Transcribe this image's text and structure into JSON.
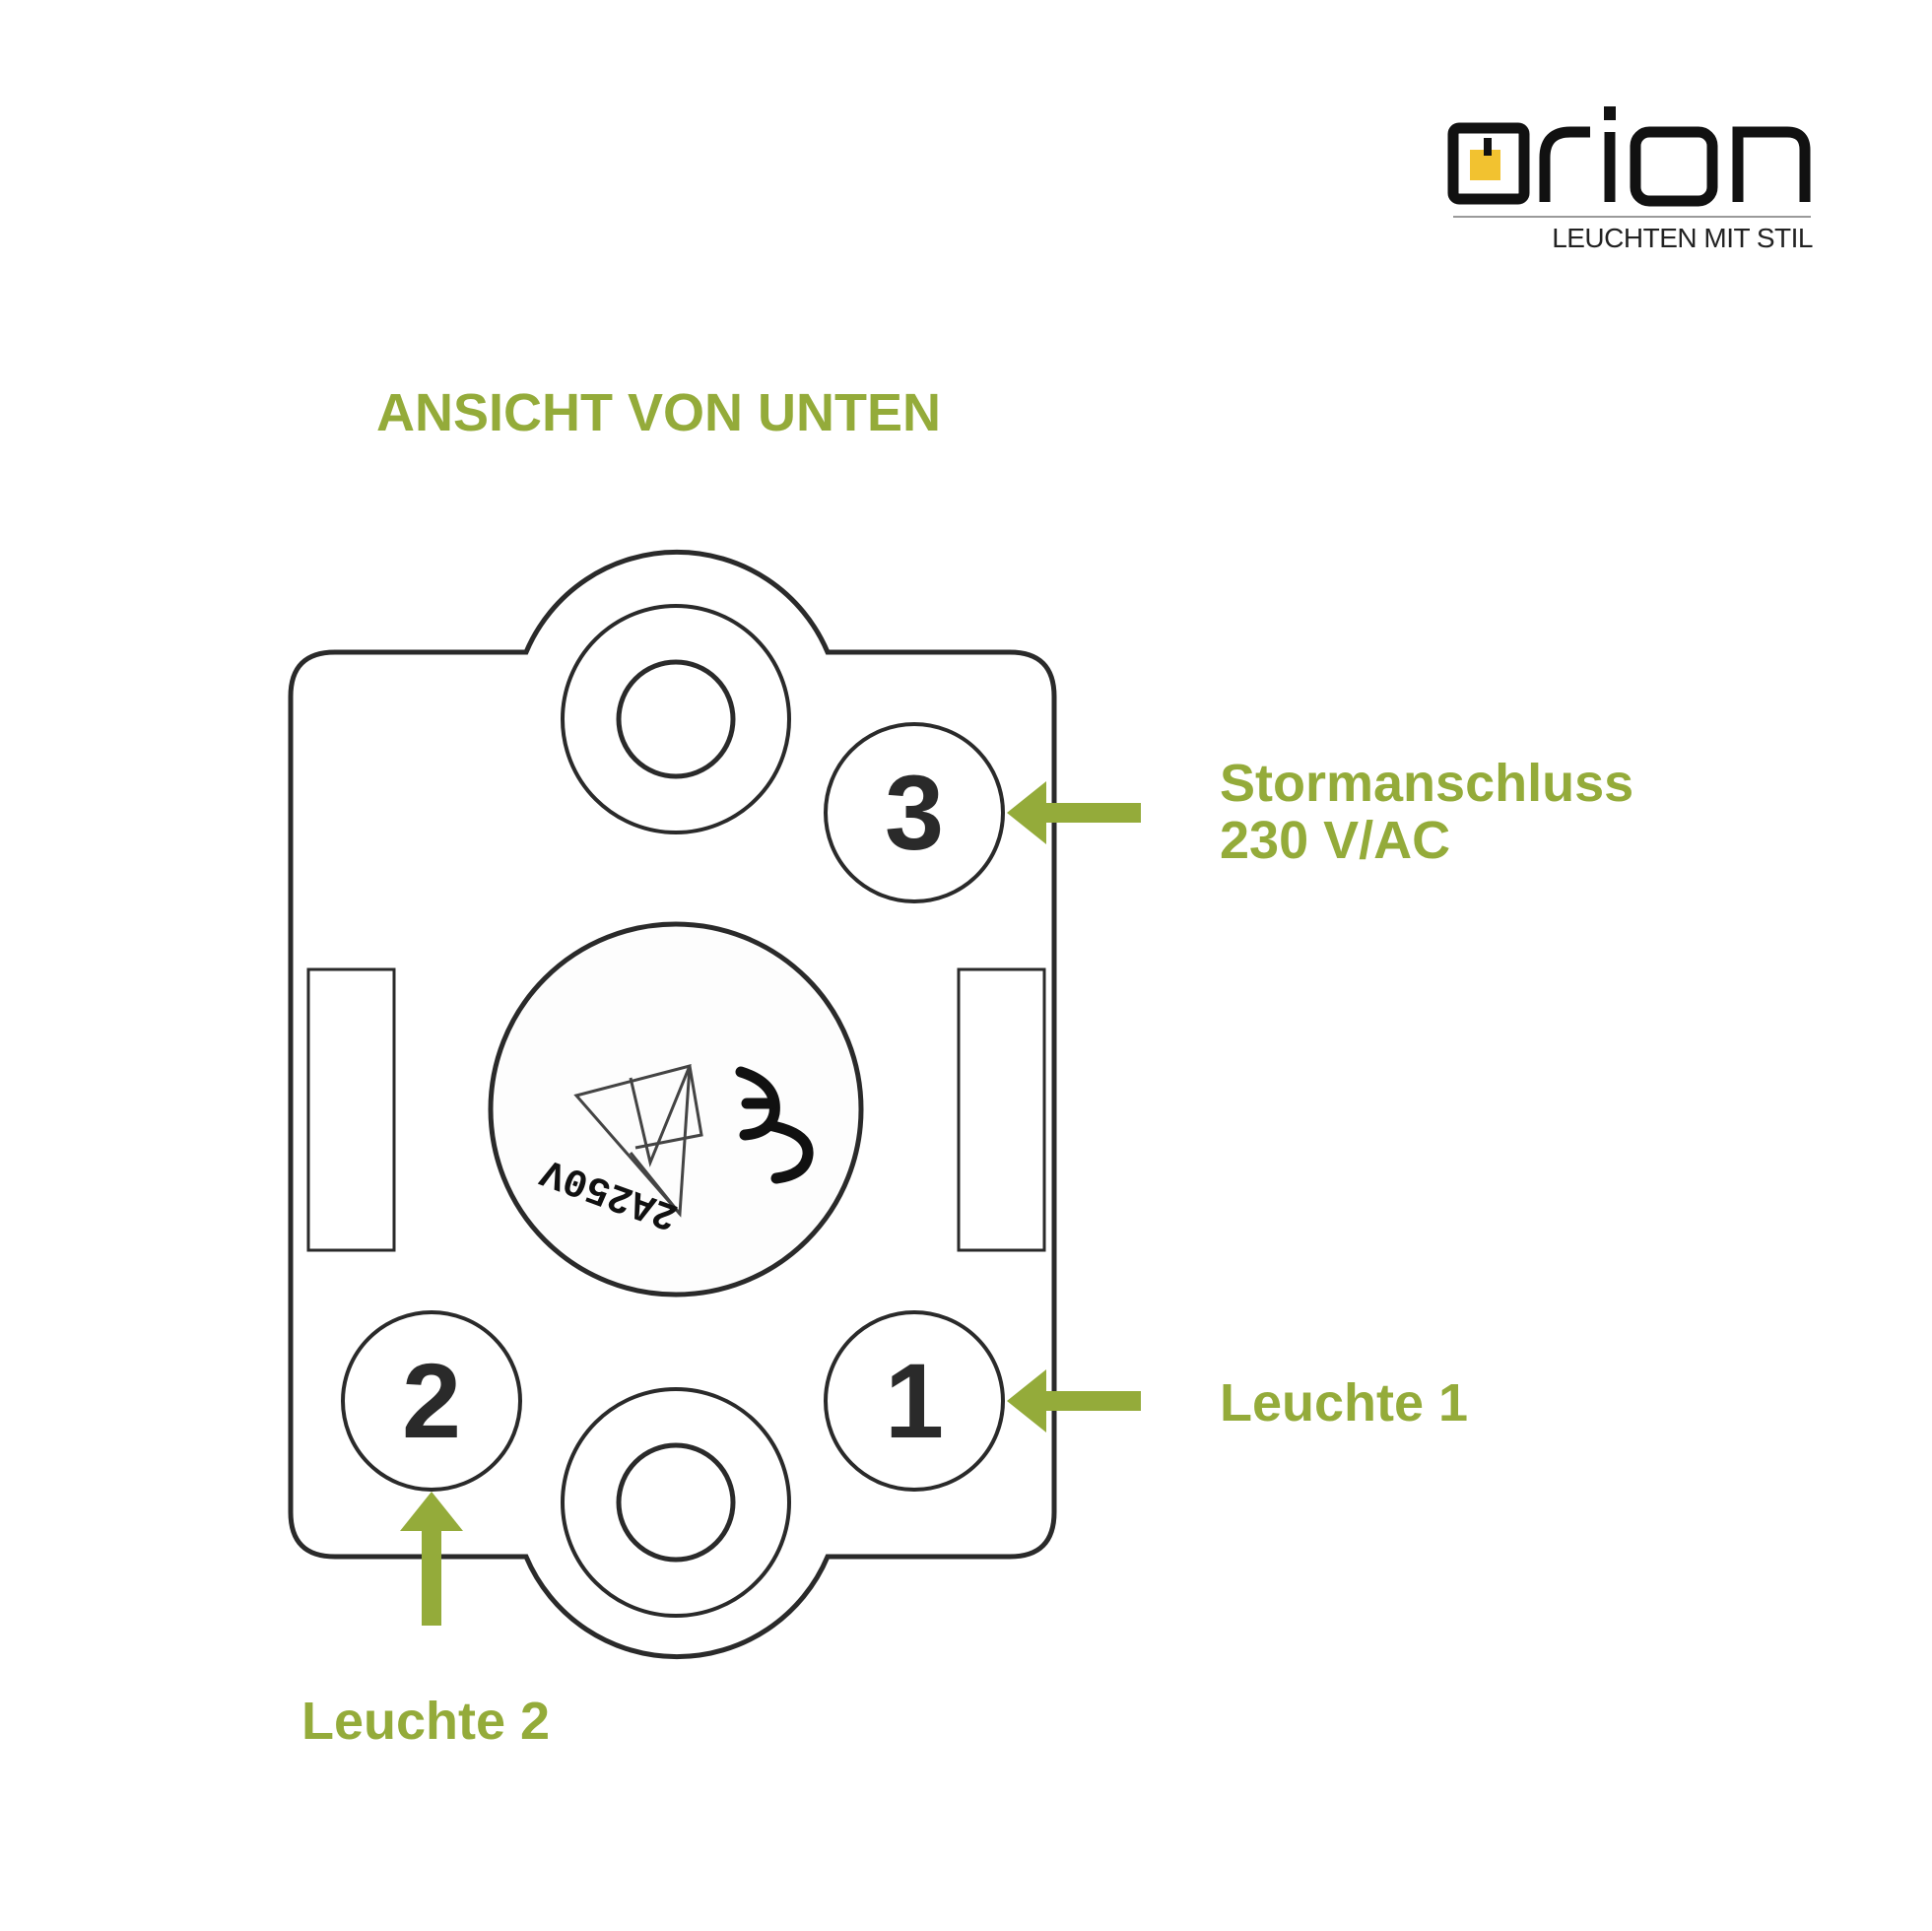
{
  "brand": {
    "name": "orion",
    "tagline": "LEUCHTEN MIT STIL"
  },
  "colors": {
    "accent": "#94ab3a",
    "ink": "#2a2a2a",
    "logo_yellow": "#f2c230"
  },
  "heading": "ANSICHT VON UNTEN",
  "terminals": [
    {
      "number": "3",
      "label": [
        "Stormanschluss",
        "230 V/AC"
      ]
    },
    {
      "number": "1",
      "label": [
        "Leuchte 1"
      ]
    },
    {
      "number": "2",
      "label": [
        "Leuchte 2"
      ]
    }
  ],
  "center_marking": {
    "rating": "2A250V",
    "symbols": [
      "ce-mark-icon",
      "enec-triangle-icon"
    ]
  }
}
